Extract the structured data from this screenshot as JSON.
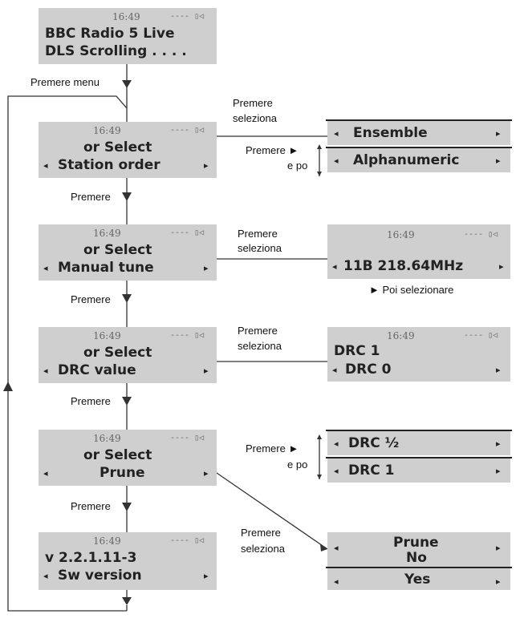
{
  "screens": {
    "s1": {
      "time": "16:49",
      "signal": "---- ▯◁",
      "line1": "BBC Radio 5 Live",
      "line2": "DLS Scrolling . . . ."
    },
    "s2": {
      "time": "16:49",
      "signal": "---- ▯◁",
      "line1": "or Select",
      "line2": "Station order",
      "left": "◂",
      "right": "▸"
    },
    "s3": {
      "time": "16:49",
      "signal": "---- ▯◁",
      "line1": "or Select",
      "line2": "Manual tune",
      "left": "◂",
      "right": "▸"
    },
    "s4": {
      "time": "16:49",
      "signal": "---- ▯◁",
      "line1": "or Select",
      "line2": "DRC value",
      "left": "◂",
      "right": "▸"
    },
    "s5": {
      "time": "16:49",
      "signal": "---- ▯◁",
      "line1": "or Select",
      "line2": "Prune",
      "left": "◂",
      "right": "▸"
    },
    "s6": {
      "time": "16:49",
      "signal": "---- ▯◁",
      "line1": "v 2.2.1.11-3",
      "line2": "Sw version",
      "left": "◂",
      "right": "▸"
    }
  },
  "side": {
    "ensemble": {
      "text": "Ensemble",
      "left": "◂",
      "right": "▸"
    },
    "alphanumeric": {
      "text": "Alphanumeric",
      "left": "◂",
      "right": "▸"
    },
    "manual": {
      "time": "16:49",
      "signal": "---- ▯◁",
      "line": "11B   218.64MHz",
      "left": "◂",
      "right": "▸"
    },
    "drc": {
      "time": "16:49",
      "signal": "---- ▯◁",
      "line1": "DRC 1",
      "line2": "DRC 0",
      "left": "◂",
      "right": "▸"
    },
    "drchalf": {
      "text": "DRC ½",
      "left": "◂",
      "right": "▸"
    },
    "drc1": {
      "text": "DRC 1",
      "left": "◂",
      "right": "▸"
    },
    "prune": {
      "line1": "Prune",
      "line2": "No",
      "line3": "Yes",
      "left": "◂",
      "right": "▸"
    }
  },
  "labels": {
    "premere_menu": "Premere menu",
    "premere": "Premere",
    "premere_line": "Premere",
    "seleziona": "seleziona",
    "premere_arrow": "Premere ►",
    "e_po": "e po",
    "poi_selezionare": "► Poi selezionare"
  }
}
